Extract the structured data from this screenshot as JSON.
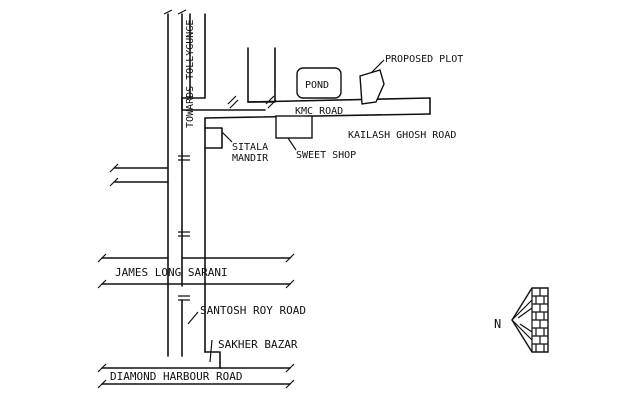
{
  "map": {
    "labels": {
      "towards_tollygunge": "TOWARDS TOLLYGUNGE",
      "pond": "POND",
      "proposed_plot": "PROPOSED PLOT",
      "kmc_road": "KMC ROAD",
      "kailash_ghosh_road": "KAILASH GHOSH ROAD",
      "sitala": "SITALA",
      "mandir": "MANDIR",
      "sweet_shop": "SWEET SHOP",
      "james_long_sarani": "JAMES LONG SARANI",
      "santosh_roy_road": "SANTOSH  ROY ROAD",
      "sakher_bazar": "SAKHER BAZAR",
      "diamond_harbour_road": "DIAMOND HARBOUR ROAD",
      "north": "N"
    }
  }
}
